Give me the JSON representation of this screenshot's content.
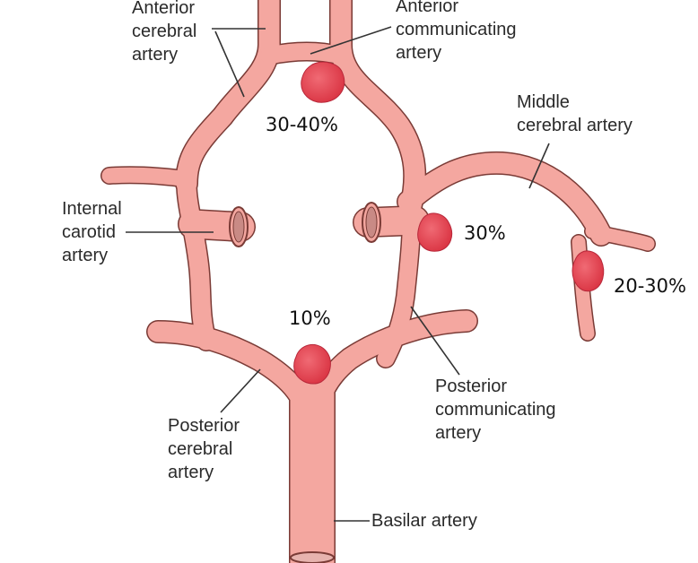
{
  "labels": {
    "anterior_cerebral": [
      "Anterior",
      "cerebral",
      "artery"
    ],
    "anterior_communicating": [
      "Anterior",
      "communicating",
      "artery"
    ],
    "middle_cerebral": [
      "Middle",
      "cerebral artery"
    ],
    "internal_carotid": [
      "Internal",
      "carotid",
      "artery"
    ],
    "posterior_cerebral": [
      "Posterior",
      "cerebral",
      "artery"
    ],
    "posterior_communicating": [
      "Posterior",
      "communicating",
      "artery"
    ],
    "basilar": "Basilar artery"
  },
  "aneurysm_frequencies": {
    "anterior_communicating": "30-40%",
    "posterior_communicating": "30%",
    "middle_cerebral": "20-30%",
    "basilar_tip": "10%"
  },
  "colors": {
    "artery_fill": "#f4a7a0",
    "artery_outline": "#7a3b36",
    "aneurysm": "#e0404e",
    "leader_line": "#333333",
    "text": "#2a2a2a"
  }
}
